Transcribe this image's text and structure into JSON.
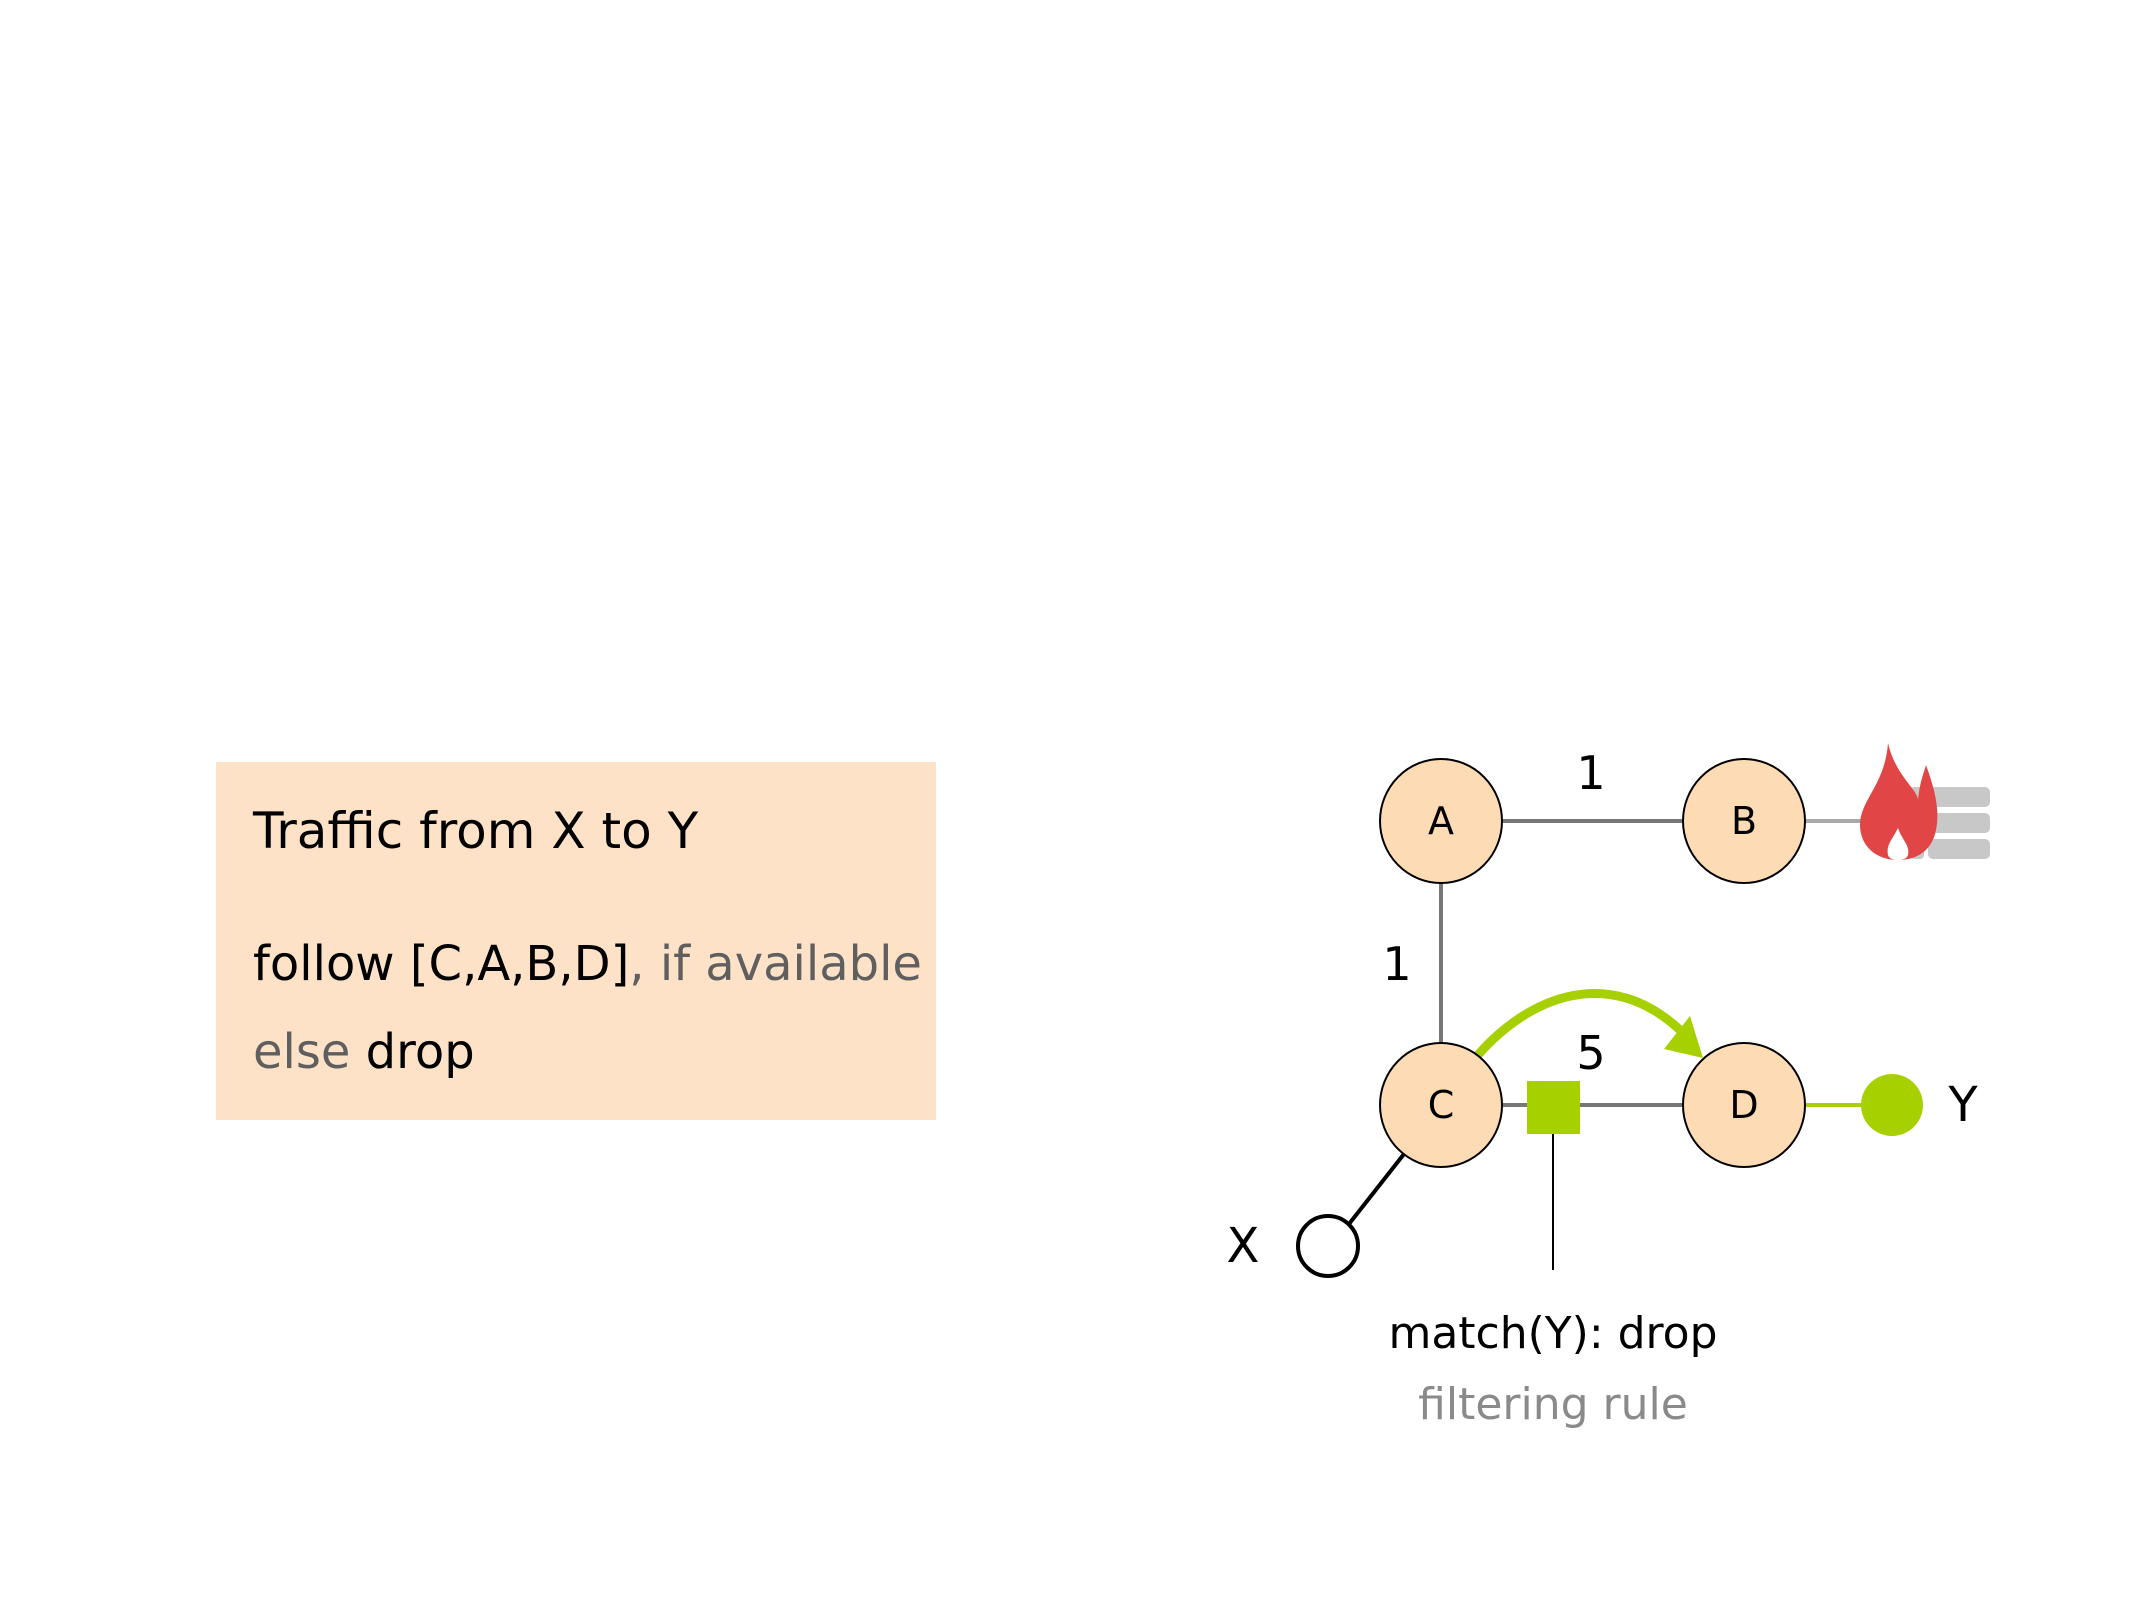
{
  "policy": {
    "title": "Traffic from X to Y",
    "line1_main": "follow [C,A,B,D]",
    "line1_muted": ", if available",
    "line2_muted": "else ",
    "line2_main": "drop"
  },
  "graph": {
    "nodes": {
      "a": "A",
      "b": "B",
      "c": "C",
      "d": "D"
    },
    "edge_weights": {
      "ab": "1",
      "ac": "1",
      "cd": "5"
    },
    "source_label": "X",
    "destination_label": "Y",
    "rule_text": "match(Y): drop",
    "rule_caption": "filtering rule"
  },
  "colors": {
    "node_fill": "#fddcb5",
    "box_fill": "#fde2c7",
    "accent_green": "#a6d000",
    "firewall_red": "#e24545",
    "brick_gray": "#c8c8c8"
  }
}
